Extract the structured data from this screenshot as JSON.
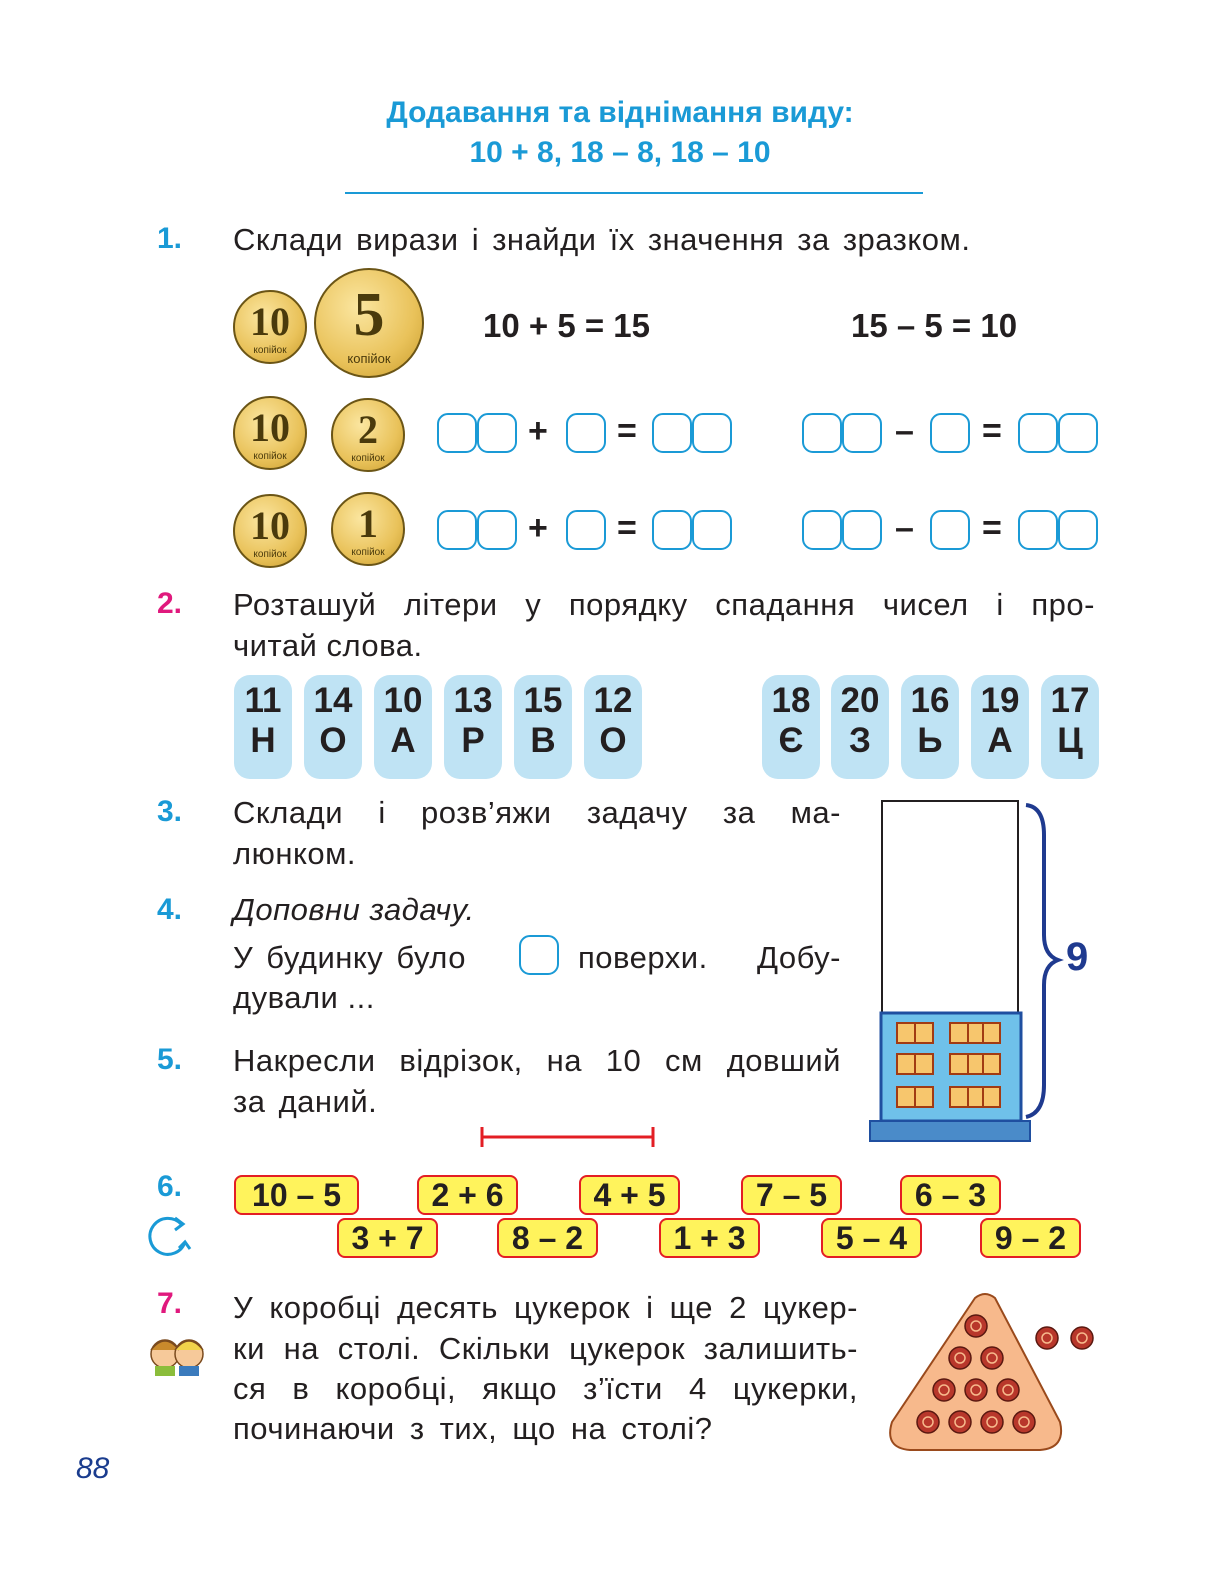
{
  "header": {
    "title_line1": "Додавання та віднімання виду:",
    "title_line2": "10 + 8, 18 – 8, 18 – 10"
  },
  "task1": {
    "number": "1.",
    "text": "Склади вирази і знайди їх значення за зразком.",
    "example_add": "10 + 5 = 15",
    "example_sub": "15 – 5 = 10",
    "coin_word": "копійок",
    "coins": [
      {
        "values": [
          "10",
          "5"
        ]
      },
      {
        "values": [
          "10",
          "2"
        ]
      },
      {
        "values": [
          "10",
          "1"
        ]
      }
    ],
    "plus": "+",
    "minus": "–",
    "equals": "="
  },
  "task2": {
    "number": "2.",
    "text_line1": "Розташуй літери у порядку спадання чисел і про-",
    "text_line2": "читай слова.",
    "group1": [
      {
        "n": "11",
        "l": "Н"
      },
      {
        "n": "14",
        "l": "О"
      },
      {
        "n": "10",
        "l": "А"
      },
      {
        "n": "13",
        "l": "Р"
      },
      {
        "n": "15",
        "l": "В"
      },
      {
        "n": "12",
        "l": "О"
      }
    ],
    "group2": [
      {
        "n": "18",
        "l": "Є"
      },
      {
        "n": "20",
        "l": "З"
      },
      {
        "n": "16",
        "l": "Ь"
      },
      {
        "n": "19",
        "l": "А"
      },
      {
        "n": "17",
        "l": "Ц"
      }
    ]
  },
  "task3": {
    "number": "3.",
    "text_line1": "Склади і розв’яжи задачу за ма-",
    "text_line2": "люнком."
  },
  "task4": {
    "number": "4.",
    "text_italic": "Доповни задачу.",
    "text_line1_a": "У будинку було",
    "text_line1_b": "поверхи. Добу-",
    "text_line2": "дували ..."
  },
  "building": {
    "brace_label": "9"
  },
  "task5": {
    "number": "5.",
    "text_line1": "Накресли відрізок, на 10 см довший",
    "text_line2": "за даний."
  },
  "task6": {
    "number": "6.",
    "row1": [
      "10 – 5",
      "2 + 6",
      "4 + 5",
      "7 – 5",
      "6 – 3"
    ],
    "row2": [
      "3 + 7",
      "8 – 2",
      "1 + 3",
      "5 – 4",
      "9 – 2"
    ]
  },
  "task7": {
    "number": "7.",
    "text_line1": "У коробці десять цукерок і ще 2 цукер-",
    "text_line2": "ки на столі. Скільки цукерок залишить-",
    "text_line3": "ся в коробці, якщо з’їсти 4 цукерки,",
    "text_line4": "починаючи з тих, що на столі?"
  },
  "page_number": "88"
}
